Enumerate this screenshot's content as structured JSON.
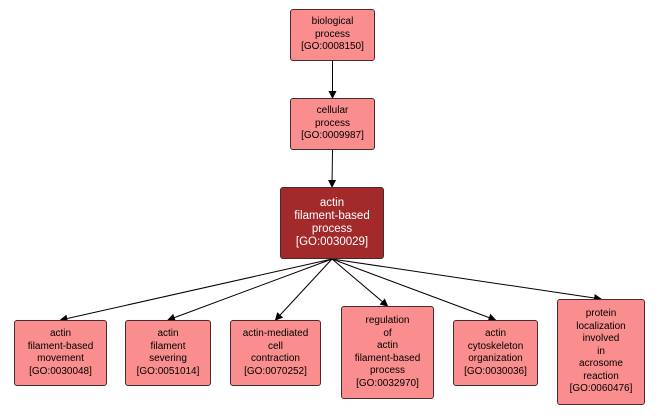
{
  "colors": {
    "node_fill": "#fa8e8e",
    "focus_fill": "#a32a2a",
    "border": "#4a2a2a",
    "edge": "#000000"
  },
  "nodes": {
    "biological_process": {
      "lines": [
        "biological",
        "process",
        "[GO:0008150]"
      ]
    },
    "cellular_process": {
      "lines": [
        "cellular",
        "process",
        "[GO:0009987]"
      ]
    },
    "actin_filament_based_process": {
      "lines": [
        "actin",
        "filament-based",
        "process",
        "[GO:0030029]"
      ]
    },
    "actin_filament_based_movement": {
      "lines": [
        "actin",
        "filament-based",
        "movement",
        "[GO:0030048]"
      ]
    },
    "actin_filament_severing": {
      "lines": [
        "actin",
        "filament",
        "severing",
        "[GO:0051014]"
      ]
    },
    "actin_mediated_cell_contraction": {
      "lines": [
        "actin-mediated",
        "cell",
        "contraction",
        "[GO:0070252]"
      ]
    },
    "regulation_of_actin_filament_based_process": {
      "lines": [
        "regulation",
        "of",
        "actin",
        "filament-based",
        "process",
        "[GO:0032970]"
      ]
    },
    "actin_cytoskeleton_organization": {
      "lines": [
        "actin",
        "cytoskeleton",
        "organization",
        "[GO:0030036]"
      ]
    },
    "protein_localization_involved_in_acrosome_reaction": {
      "lines": [
        "protein",
        "localization",
        "involved",
        "in",
        "acrosome",
        "reaction",
        "[GO:0060476]"
      ]
    }
  },
  "edges": [
    {
      "from": "biological_process",
      "to": "cellular_process"
    },
    {
      "from": "cellular_process",
      "to": "actin_filament_based_process"
    },
    {
      "from": "actin_filament_based_process",
      "to": "actin_filament_based_movement"
    },
    {
      "from": "actin_filament_based_process",
      "to": "actin_filament_severing"
    },
    {
      "from": "actin_filament_based_process",
      "to": "actin_mediated_cell_contraction"
    },
    {
      "from": "actin_filament_based_process",
      "to": "regulation_of_actin_filament_based_process"
    },
    {
      "from": "actin_filament_based_process",
      "to": "actin_cytoskeleton_organization"
    },
    {
      "from": "actin_filament_based_process",
      "to": "protein_localization_involved_in_acrosome_reaction"
    }
  ]
}
